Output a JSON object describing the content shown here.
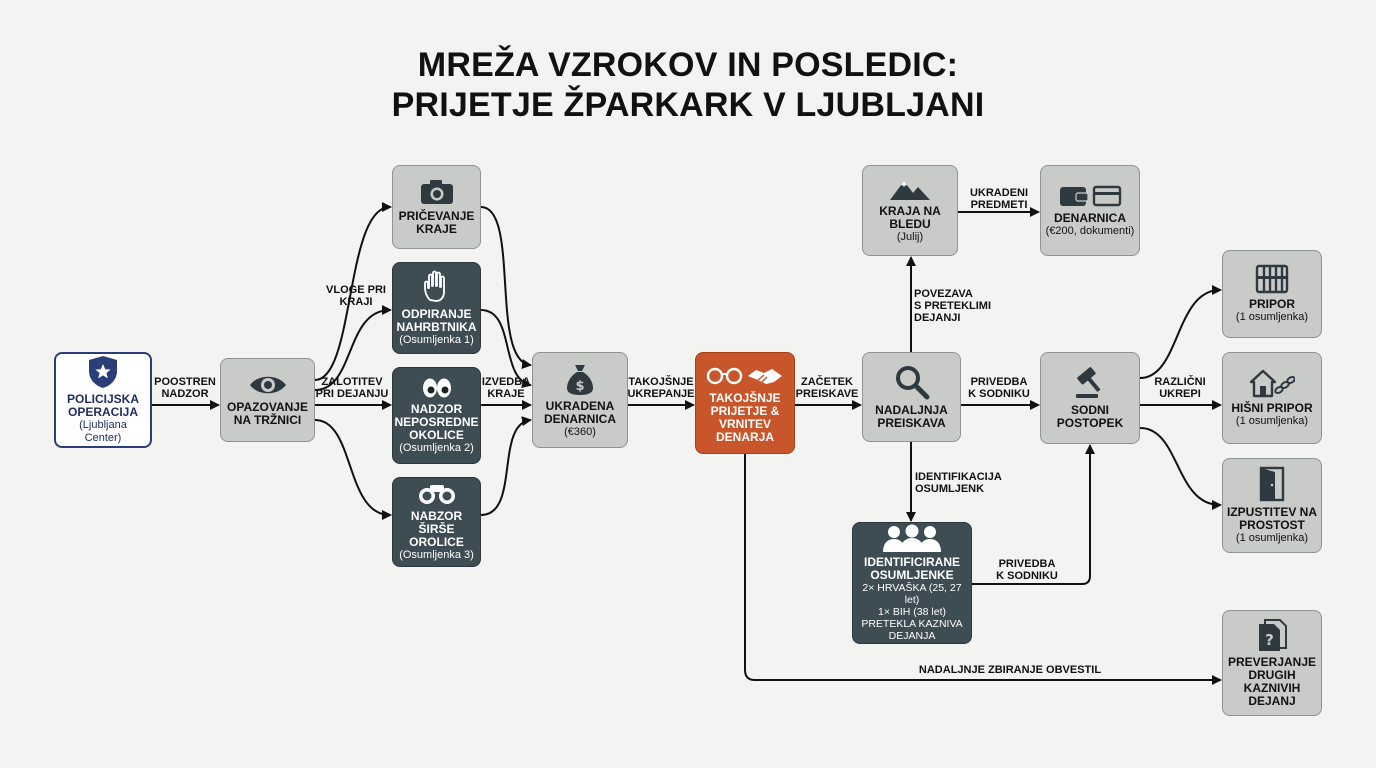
{
  "title": {
    "line1": "MREŽA VZROKOV IN POSLEDIC:",
    "line2": "PRIJETJE ŽPARKARK V LJUBLJANI"
  },
  "colors": {
    "light_box": "#c9cbc9",
    "dark_box": "#3e4c53",
    "accent_orange": "#c9562b",
    "police_blue": "#2a3f78",
    "arrow": "#111111"
  },
  "nodes": {
    "policija": {
      "title": "POLICIJSKA\nOPERACIJA",
      "sub": "(Ljubljana Center)",
      "icon": "police-badge-icon"
    },
    "opazovanje": {
      "title": "OPAZOVANJE\nNA TRŽNICI",
      "icon": "eye-icon"
    },
    "pricevanje": {
      "title": "PRIČEVANJE\nKRAJE",
      "icon": "camera-icon"
    },
    "odpiranje": {
      "title": "ODPIRANJE\nNAHRBTNIKA",
      "sub": "(Osumljenka 1)",
      "icon": "hand-icon"
    },
    "nadzor_neposredne": {
      "title": "NADZOR\nNEPOSREDNE\nOKOLICE",
      "sub": "(Osumljenka 2)",
      "icon": "eyes-icon"
    },
    "nabzor_sirse": {
      "title": "NABZOR ŠIRŠE\nOROLICE",
      "sub": "(Osumljenka 3)",
      "icon": "binoculars-icon"
    },
    "ukradena": {
      "title": "UKRADENA\nDENARNICA",
      "sub": "(€360)",
      "icon": "money-bag-icon"
    },
    "takojsnje": {
      "title": "TAKOJŠNJE\nPRIJETJE &\nVRNITEV\nDENARJA",
      "icon": "handcuffs-handshake-icon"
    },
    "nadaljnja": {
      "title": "NADALJNJA\nPREISKAVA",
      "icon": "magnifier-icon"
    },
    "kraja_bled": {
      "title": "KRAJA NA BLEDU",
      "sub": "(Julij)",
      "icon": "mountains-icon"
    },
    "denarnica2": {
      "title": "DENARNICA",
      "sub": "(€200, dokumenti)",
      "icon": "wallet-cards-icon"
    },
    "identificirane": {
      "title": "IDENTIFICIRANE\nOSUMLJENKE",
      "sub": "2× HRVAŠKA (25, 27 let)\n1× BIH (38 let)\nPRETEKLA KAZNIVA\nDEJANJA",
      "icon": "people-icon"
    },
    "sodni": {
      "title": "SODNI\nPOSTOPEK",
      "icon": "gavel-icon"
    },
    "pripor": {
      "title": "PRIPOR",
      "sub": "(1 osumljenka)",
      "icon": "jail-icon"
    },
    "hisni": {
      "title": "HIŠNI PRIPOR",
      "sub": "(1 osumljenka)",
      "icon": "house-chain-icon"
    },
    "izpustitev": {
      "title": "IZPUSTITEV NA\nPROSTOST",
      "sub": "(1 osumljenka)",
      "icon": "door-icon"
    },
    "preverjanje": {
      "title": "PREVERJANJE\nDRUGIH\nKAZNIVIH\nDEJANJ",
      "icon": "documents-question-icon"
    }
  },
  "edge_labels": {
    "poostren": "POOSTREN\nNADZOR",
    "vloge": "VLOGE PRI\nKRAJI",
    "zalotitev": "ZALOTITEV\nPRI DEJANJU",
    "izvedba": "IZVEDBA\nKRAJE",
    "takojsnje_ukrepanje": "TAKOJŠNJE\nUKREPANJE",
    "zacetek": "ZAČETEK\nPREISKAVE",
    "povezava": "POVEZAVA\nS PRETEKLIMI\nDEJANJI",
    "ukradeni": "UKRADENI\nPREDMETI",
    "privedba1": "PRIVEDBA\nK SODNIKU",
    "identifikacija": "IDENTIFIKACIJA\nOSUMLJENK",
    "privedba2": "PRIVEDBA\nK SODNIKU",
    "razlicni": "RAZLIČNI\nUKREPI",
    "nadaljnje": "NADALJNJE ZBIRANJE OBVESTIL"
  }
}
